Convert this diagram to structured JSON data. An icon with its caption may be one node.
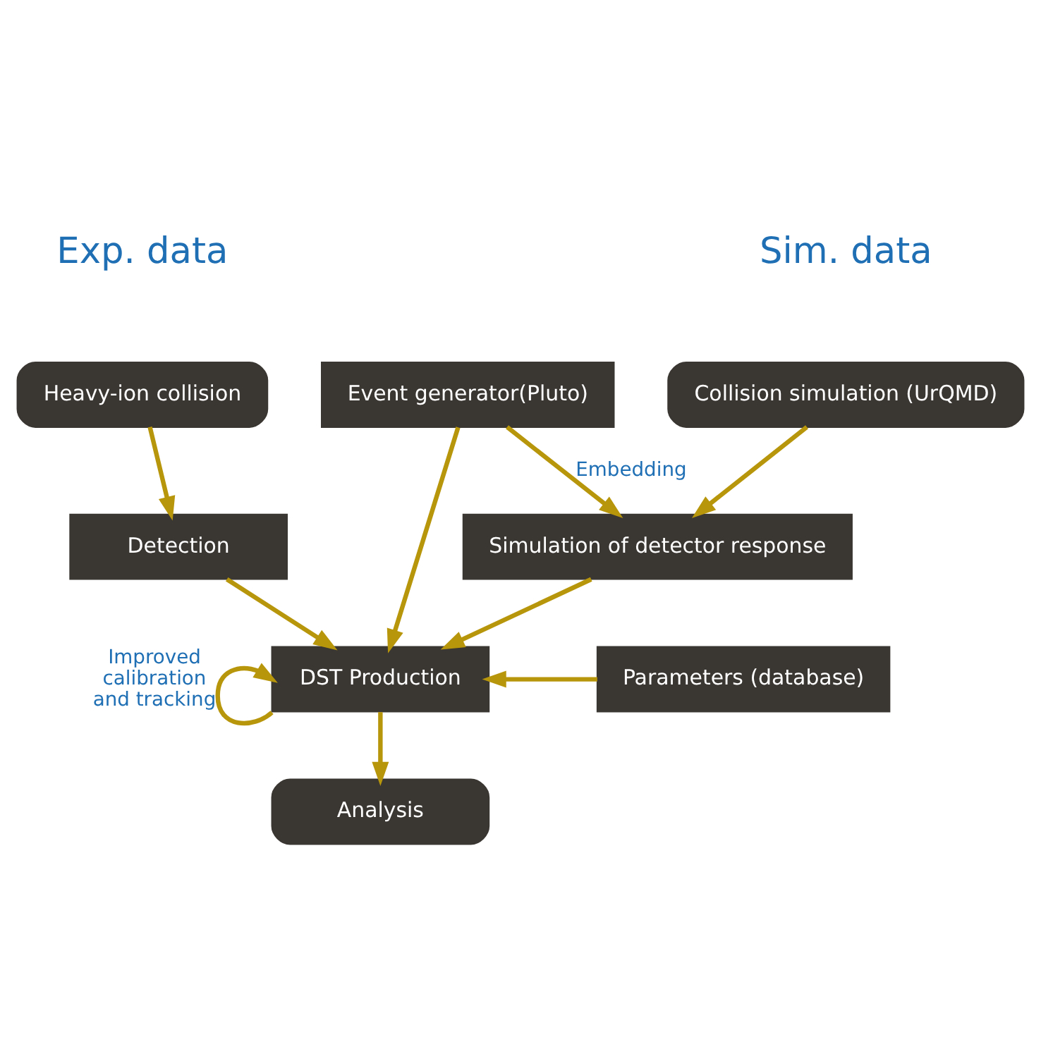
{
  "diagram": {
    "nodes": [
      {
        "text": [
          "Heavy-ion collision"
        ]
      },
      {
        "text": [
          "Collision simulation (UrQMD)"
        ]
      },
      {
        "text": [
          "Event generator(Pluto)"
        ]
      },
      {
        "text": [
          "Detection"
        ]
      },
      {
        "text": [
          "Simulation of detector response"
        ]
      },
      {
        "text": [
          "DST Production"
        ]
      },
      {
        "text": [
          "Parameters (database)"
        ]
      },
      {
        "text": [
          "Analysis"
        ]
      }
    ],
    "edges": [
      {
        "from": 0,
        "to": 3,
        "arrow": "to"
      },
      {
        "from": 1,
        "to": 4,
        "arrow": "to"
      },
      {
        "from": 2,
        "to": 4,
        "arrow": "to",
        "label": "Embedding"
      },
      {
        "from": 2,
        "to": 5,
        "arrow": "to"
      },
      {
        "from": 3,
        "to": 5,
        "arrow": "to"
      },
      {
        "from": 4,
        "to": 5,
        "arrow": "to"
      },
      {
        "from": 6,
        "to": 5,
        "arrow": "to"
      },
      {
        "from": 5,
        "to": 5,
        "arrow": "to",
        "label": "Improved calibration and tracking"
      },
      {
        "from": 5,
        "to": 7,
        "arrow": "to"
      }
    ],
    "labels": [
      "Exp. data",
      "Sim. data"
    ]
  }
}
